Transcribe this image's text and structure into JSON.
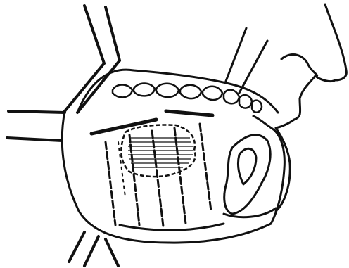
{
  "figure": {
    "kind": "line-drawing",
    "subject": "lateral-oral-cavity-interstitial-implant",
    "ink_color": "#111111",
    "background_color": "#ffffff",
    "implant_needle_count": 6,
    "guide_tube_count": 2,
    "teeth_count": 8
  }
}
